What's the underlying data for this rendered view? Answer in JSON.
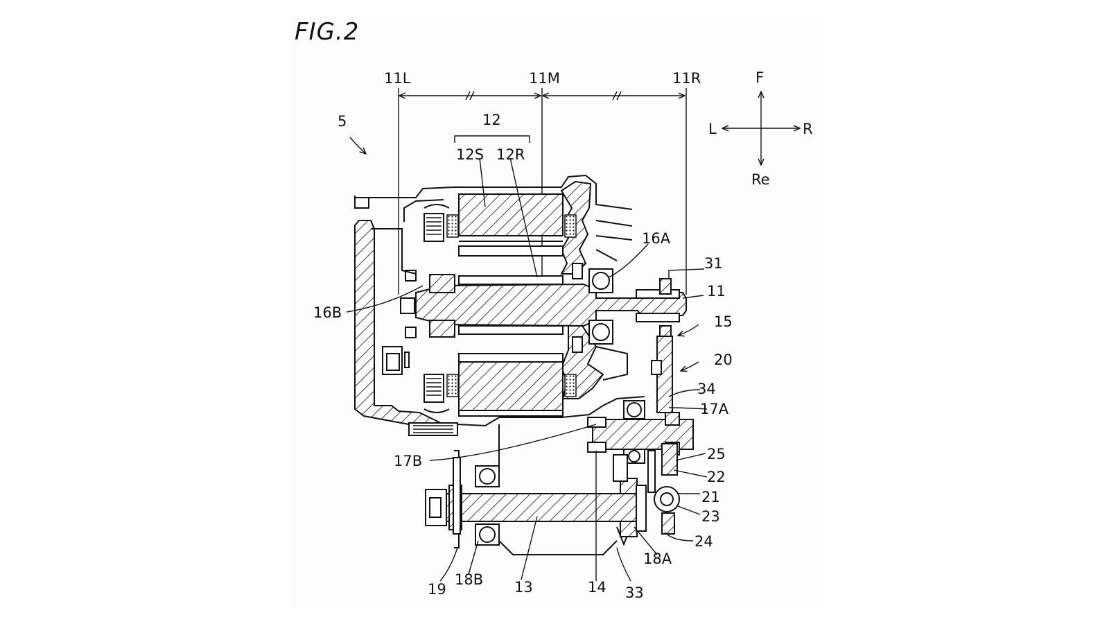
{
  "figure": {
    "title": "FIG.2"
  },
  "dimensions": {
    "left": "11L",
    "middle": "11M",
    "right": "11R"
  },
  "directions": {
    "front": "F",
    "rear": "Re",
    "left": "L",
    "right": "R"
  },
  "labels": {
    "l5": "5",
    "l12": "12",
    "l12S": "12S",
    "l12R": "12R",
    "l16A": "16A",
    "l16B": "16B",
    "l31": "31",
    "l11": "11",
    "l15": "15",
    "l20": "20",
    "l34": "34",
    "l17A": "17A",
    "l17B": "17B",
    "l25": "25",
    "l22": "22",
    "l21": "21",
    "l23": "23",
    "l24": "24",
    "l18A": "18A",
    "l18B": "18B",
    "l19": "19",
    "l13": "13",
    "l14": "14",
    "l33": "33"
  }
}
